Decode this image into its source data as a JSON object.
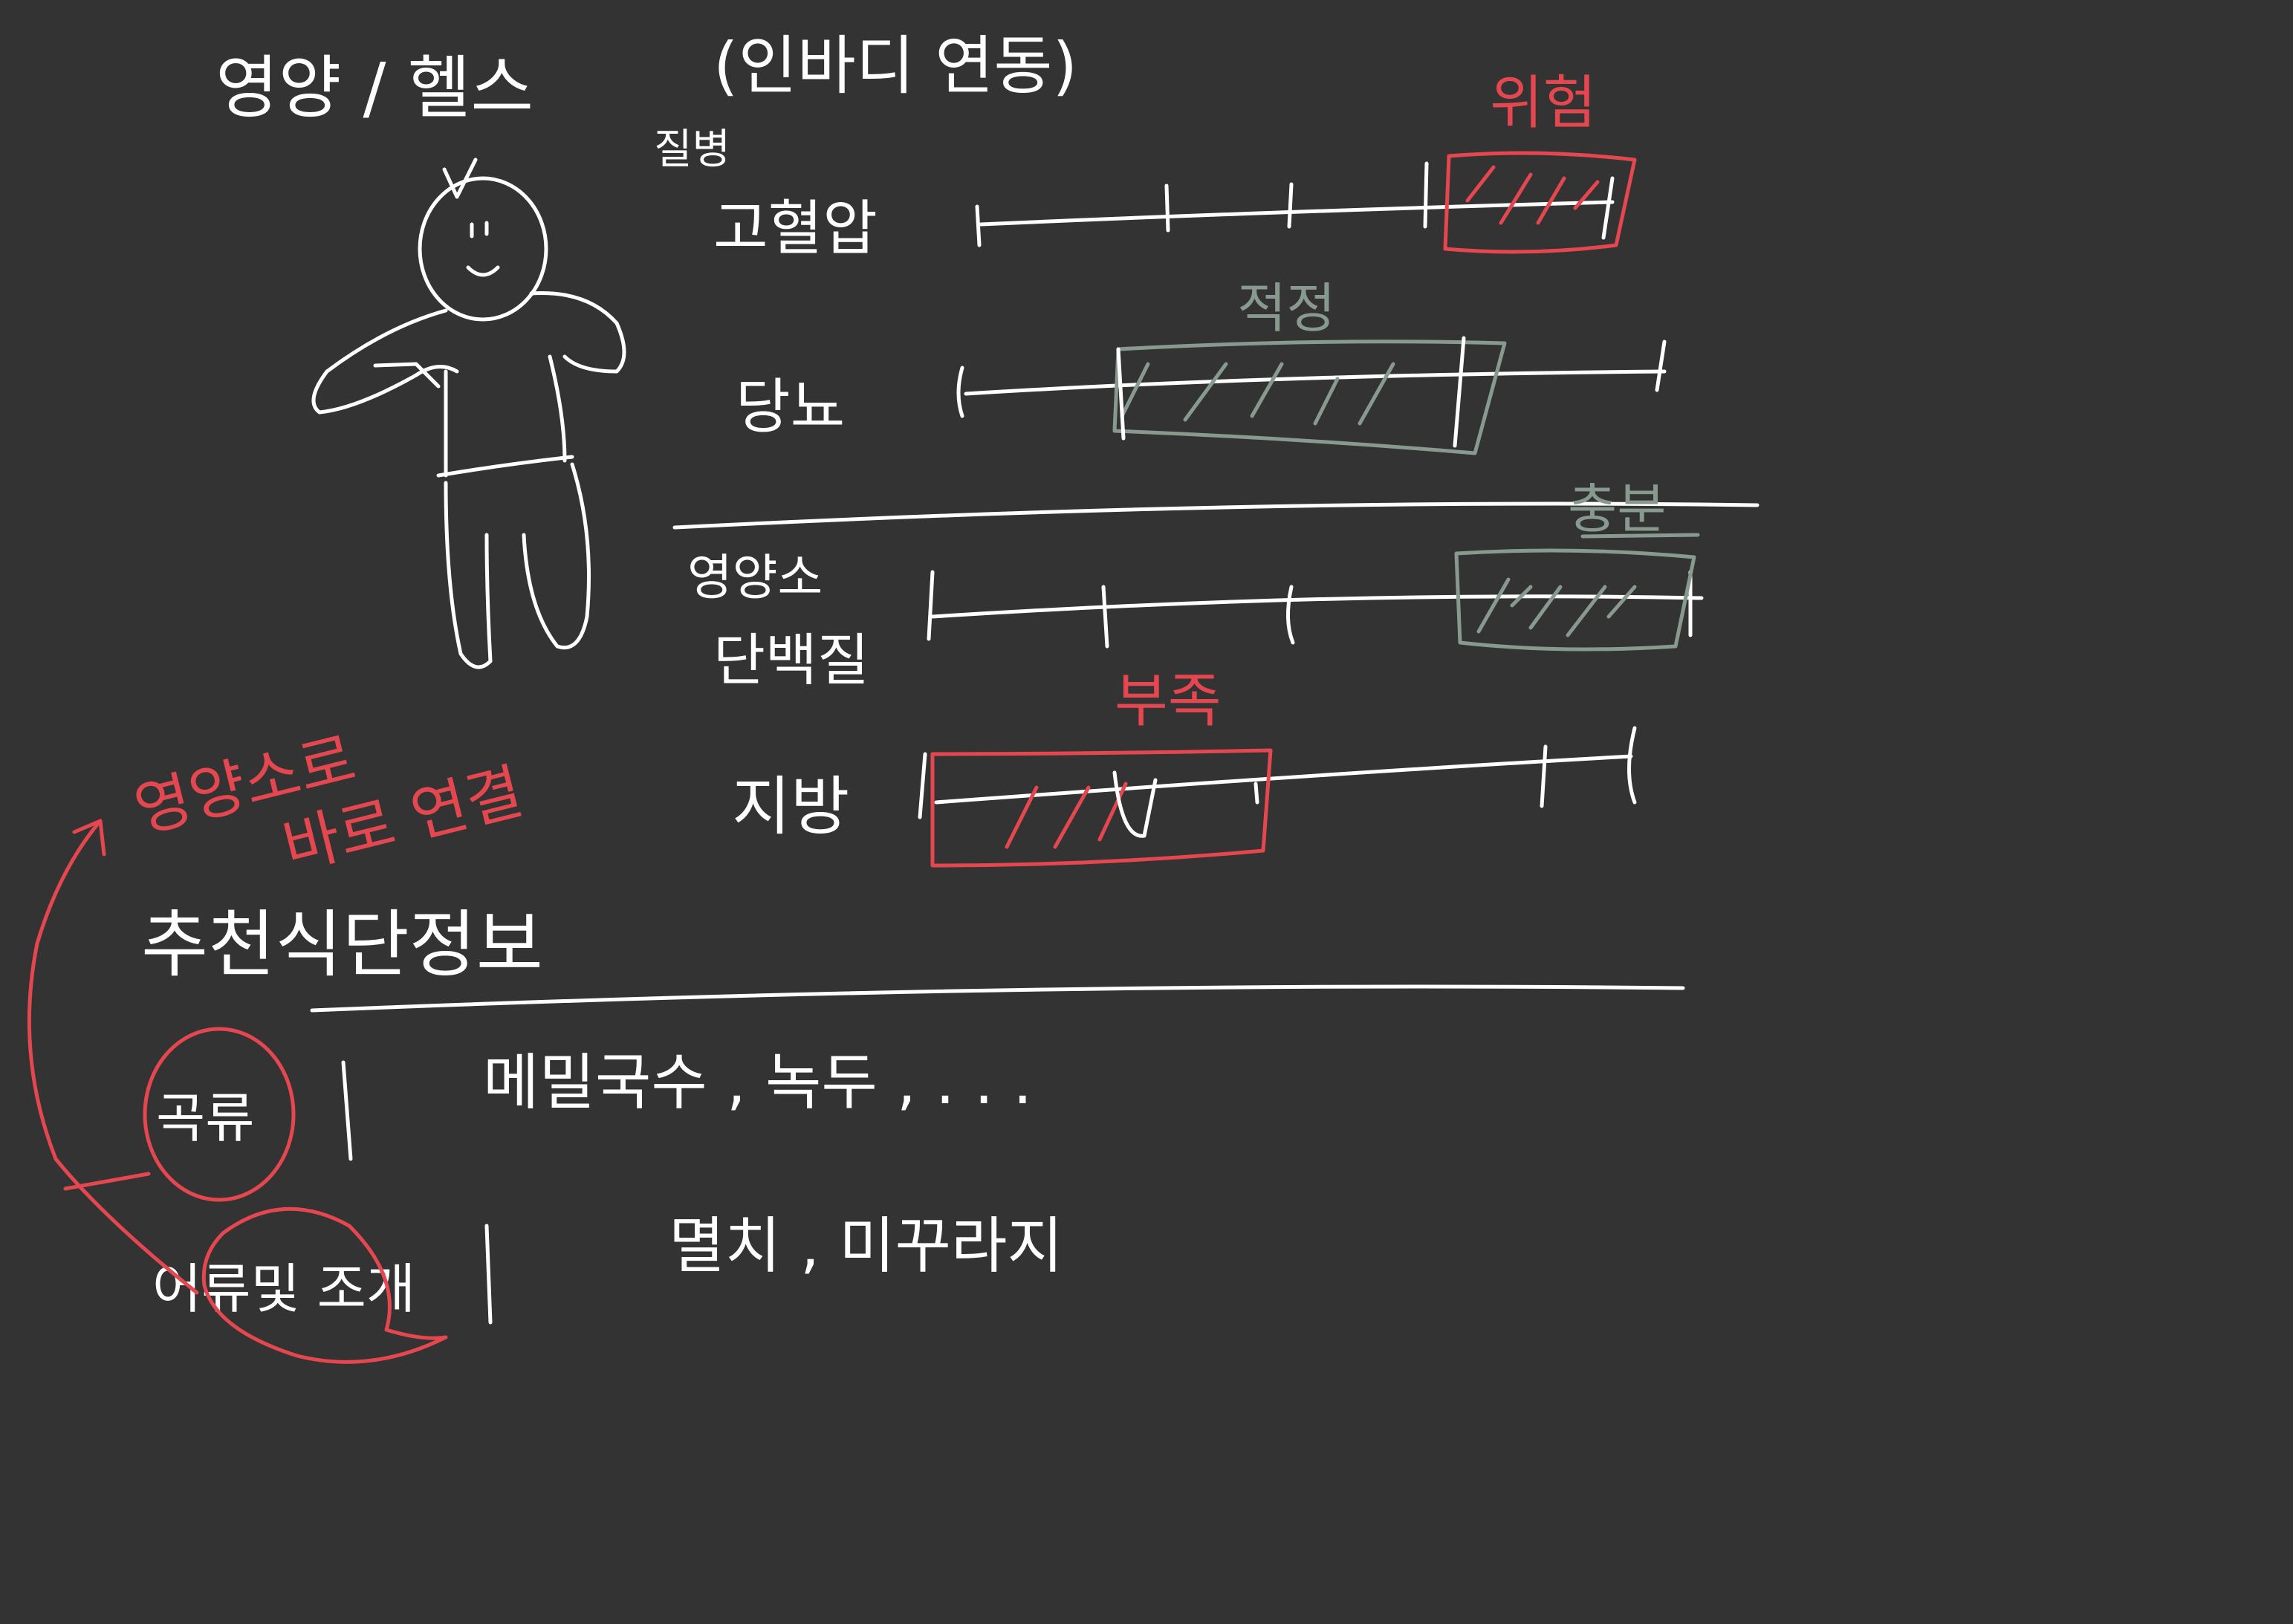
{
  "title": "영양 / 헬스",
  "title_paren": "(인바디 연동)",
  "colors": {
    "background": "#333333",
    "ink_white": "#ffffff",
    "ink_red": "#e4474f",
    "ink_gray": "#889a90"
  },
  "disease_label": "질병",
  "metrics": [
    {
      "label": "고혈압",
      "mark": "위험",
      "mark_color": "red"
    },
    {
      "label": "당뇨",
      "mark": "적정",
      "mark_color": "gray"
    }
  ],
  "nutrients": {
    "heading": "영양소",
    "items": [
      {
        "label": "단백질",
        "mark": "충분",
        "mark_color": "gray"
      },
      {
        "label": "지방",
        "mark": "부족",
        "mark_color": "red"
      }
    ]
  },
  "red_note": [
    "영양소로",
    "바로 연결"
  ],
  "recommendation_heading": "추천식단정보",
  "foods": [
    {
      "category": "곡류",
      "items": "메밀국수 , 녹두 , . . ."
    },
    {
      "category": "어류및 조개",
      "items": "멸치 , 미꾸라지"
    }
  ]
}
